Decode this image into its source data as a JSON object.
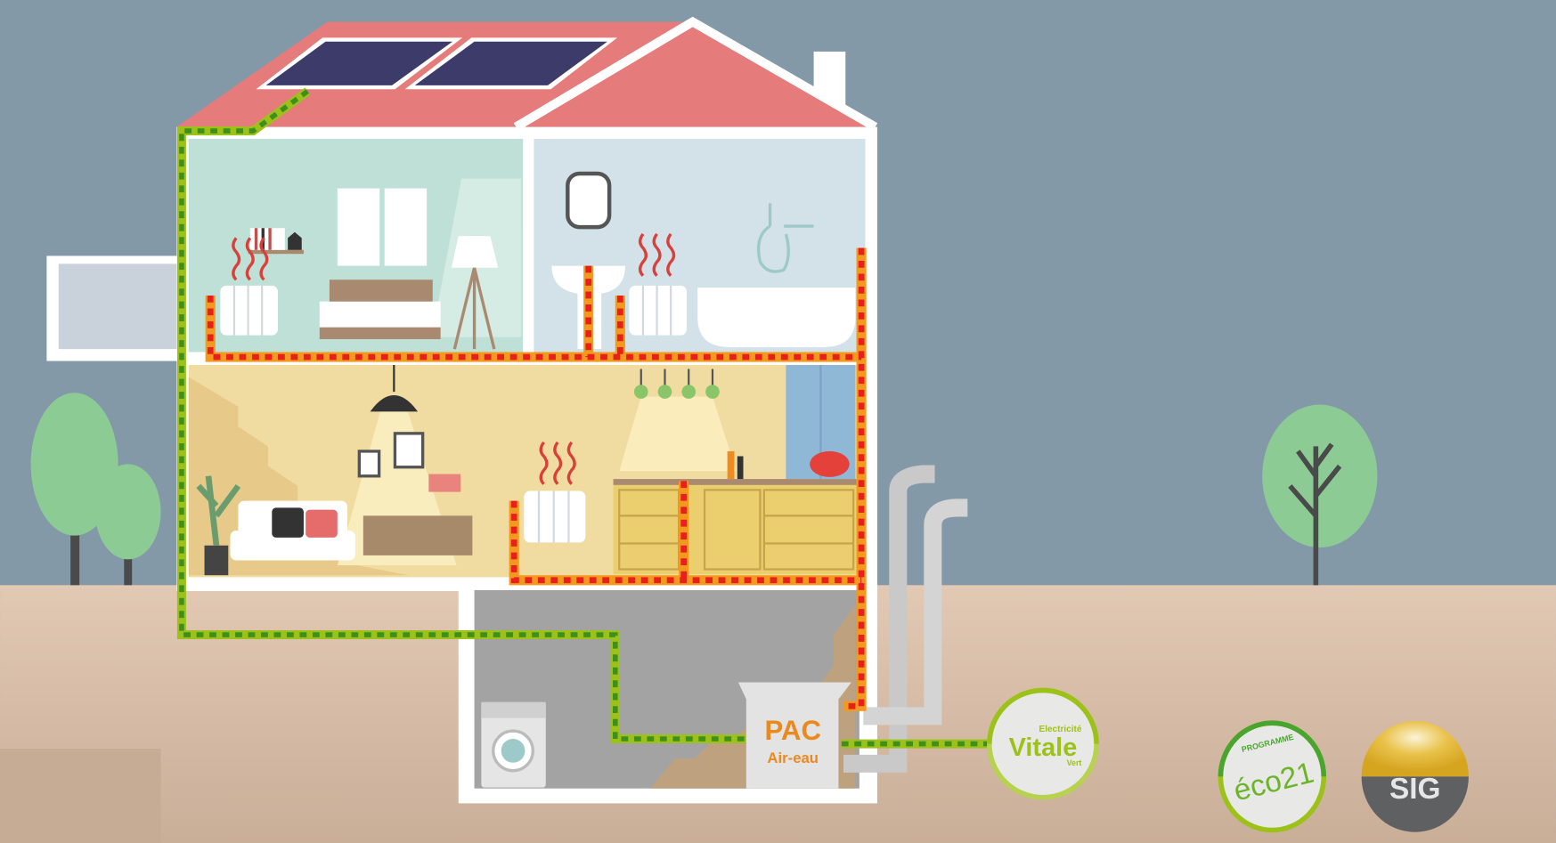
{
  "scene": {
    "colors": {
      "sky": "#8499a8",
      "ground": "#dcc4b0",
      "roof": "#e57b7b",
      "heating_line": "#f39a1e",
      "heating_dash": "#e8201c",
      "electric_line": "#9cc21a",
      "electric_dash": "#3f8f1c"
    },
    "heat_pump": {
      "title": "PAC",
      "subtitle": "Air-eau"
    },
    "logos": {
      "vitale": {
        "top": "Electricité",
        "main": "Vitale",
        "bottom": "Vert"
      },
      "eco21": {
        "top": "PROGRAMME",
        "main": "éco21"
      },
      "sig": {
        "main": "SIG"
      }
    }
  }
}
